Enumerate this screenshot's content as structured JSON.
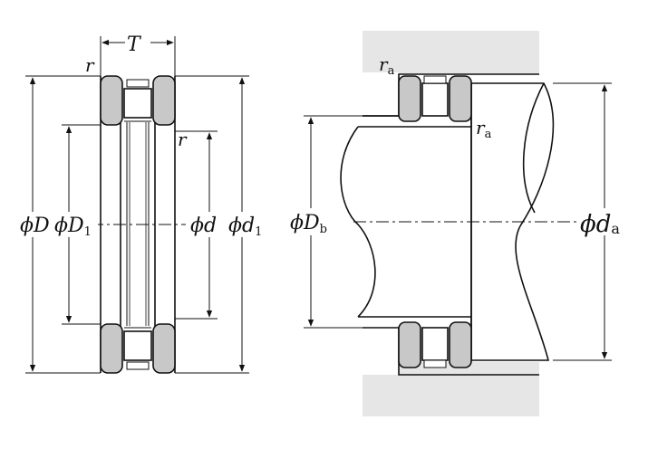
{
  "labels": {
    "T": "T",
    "r_left": "r",
    "r_right": "r",
    "phiD": "ϕD",
    "phiD1_main": "ϕD",
    "phiD1_sub": "1",
    "phid": "ϕd",
    "phid1_main": "ϕd",
    "phid1_sub": "1",
    "ra_top_main": "r",
    "ra_top_sub": "a",
    "ra_mid_main": "r",
    "ra_mid_sub": "a",
    "phiDb_main": "ϕD",
    "phiDb_sub": "b",
    "phida_main": "ϕd",
    "phida_sub": "a"
  },
  "colors": {
    "line": "#111111",
    "ring_fill": "#c8c8c8",
    "housing_fill": "#e6e6e6",
    "background": "#ffffff"
  }
}
